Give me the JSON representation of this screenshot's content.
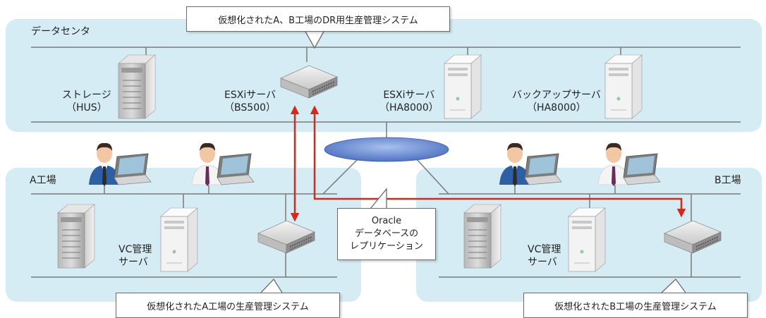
{
  "zones": {
    "datacenter": "データセンタ",
    "factory_a": "A工場",
    "factory_b": "B工場"
  },
  "devices": {
    "storage": [
      "ストレージ",
      "（HUS）"
    ],
    "esxi_bs500": [
      "ESXiサーバ",
      "（BS500）"
    ],
    "esxi_ha8000": [
      "ESXiサーバ",
      "（HA8000）"
    ],
    "backup": [
      "バックアップサーバ",
      "（HA8000）"
    ],
    "vc_a": [
      "VC管理",
      "サーバ"
    ],
    "vc_b": [
      "VC管理",
      "サーバ"
    ]
  },
  "callouts": {
    "dr_system": "仮想化されたA、B工場のDR用生産管理システム",
    "oracle": [
      "Oracle",
      "データベースの",
      "レプリケーション"
    ],
    "system_a": "仮想化されたA工場の生産管理システム",
    "system_b": "仮想化されたB工場の生産管理システム"
  },
  "colors": {
    "zone_fill": "#d6ecf5",
    "line": "#7a7a7a",
    "replication_arrow": "#d42a1e",
    "cloud": "#5b7fc9"
  }
}
